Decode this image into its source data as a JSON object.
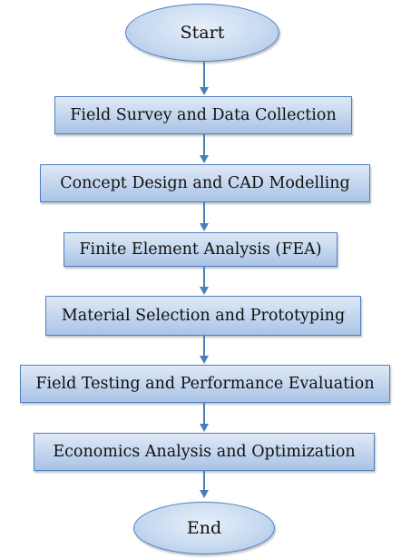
{
  "flowchart": {
    "start": "Start",
    "steps": [
      "Field Survey and Data Collection",
      "Concept Design and CAD Modelling",
      "Finite Element Analysis (FEA)",
      "Material Selection and Prototyping",
      "Field Testing and Performance Evaluation",
      "Economics Analysis and Optimization"
    ],
    "end": "End"
  },
  "colors": {
    "border": "#4f81bd",
    "fill_light": "#dfe9f6",
    "fill_dark": "#a9c3e6",
    "arrow": "#4a7ebb"
  }
}
